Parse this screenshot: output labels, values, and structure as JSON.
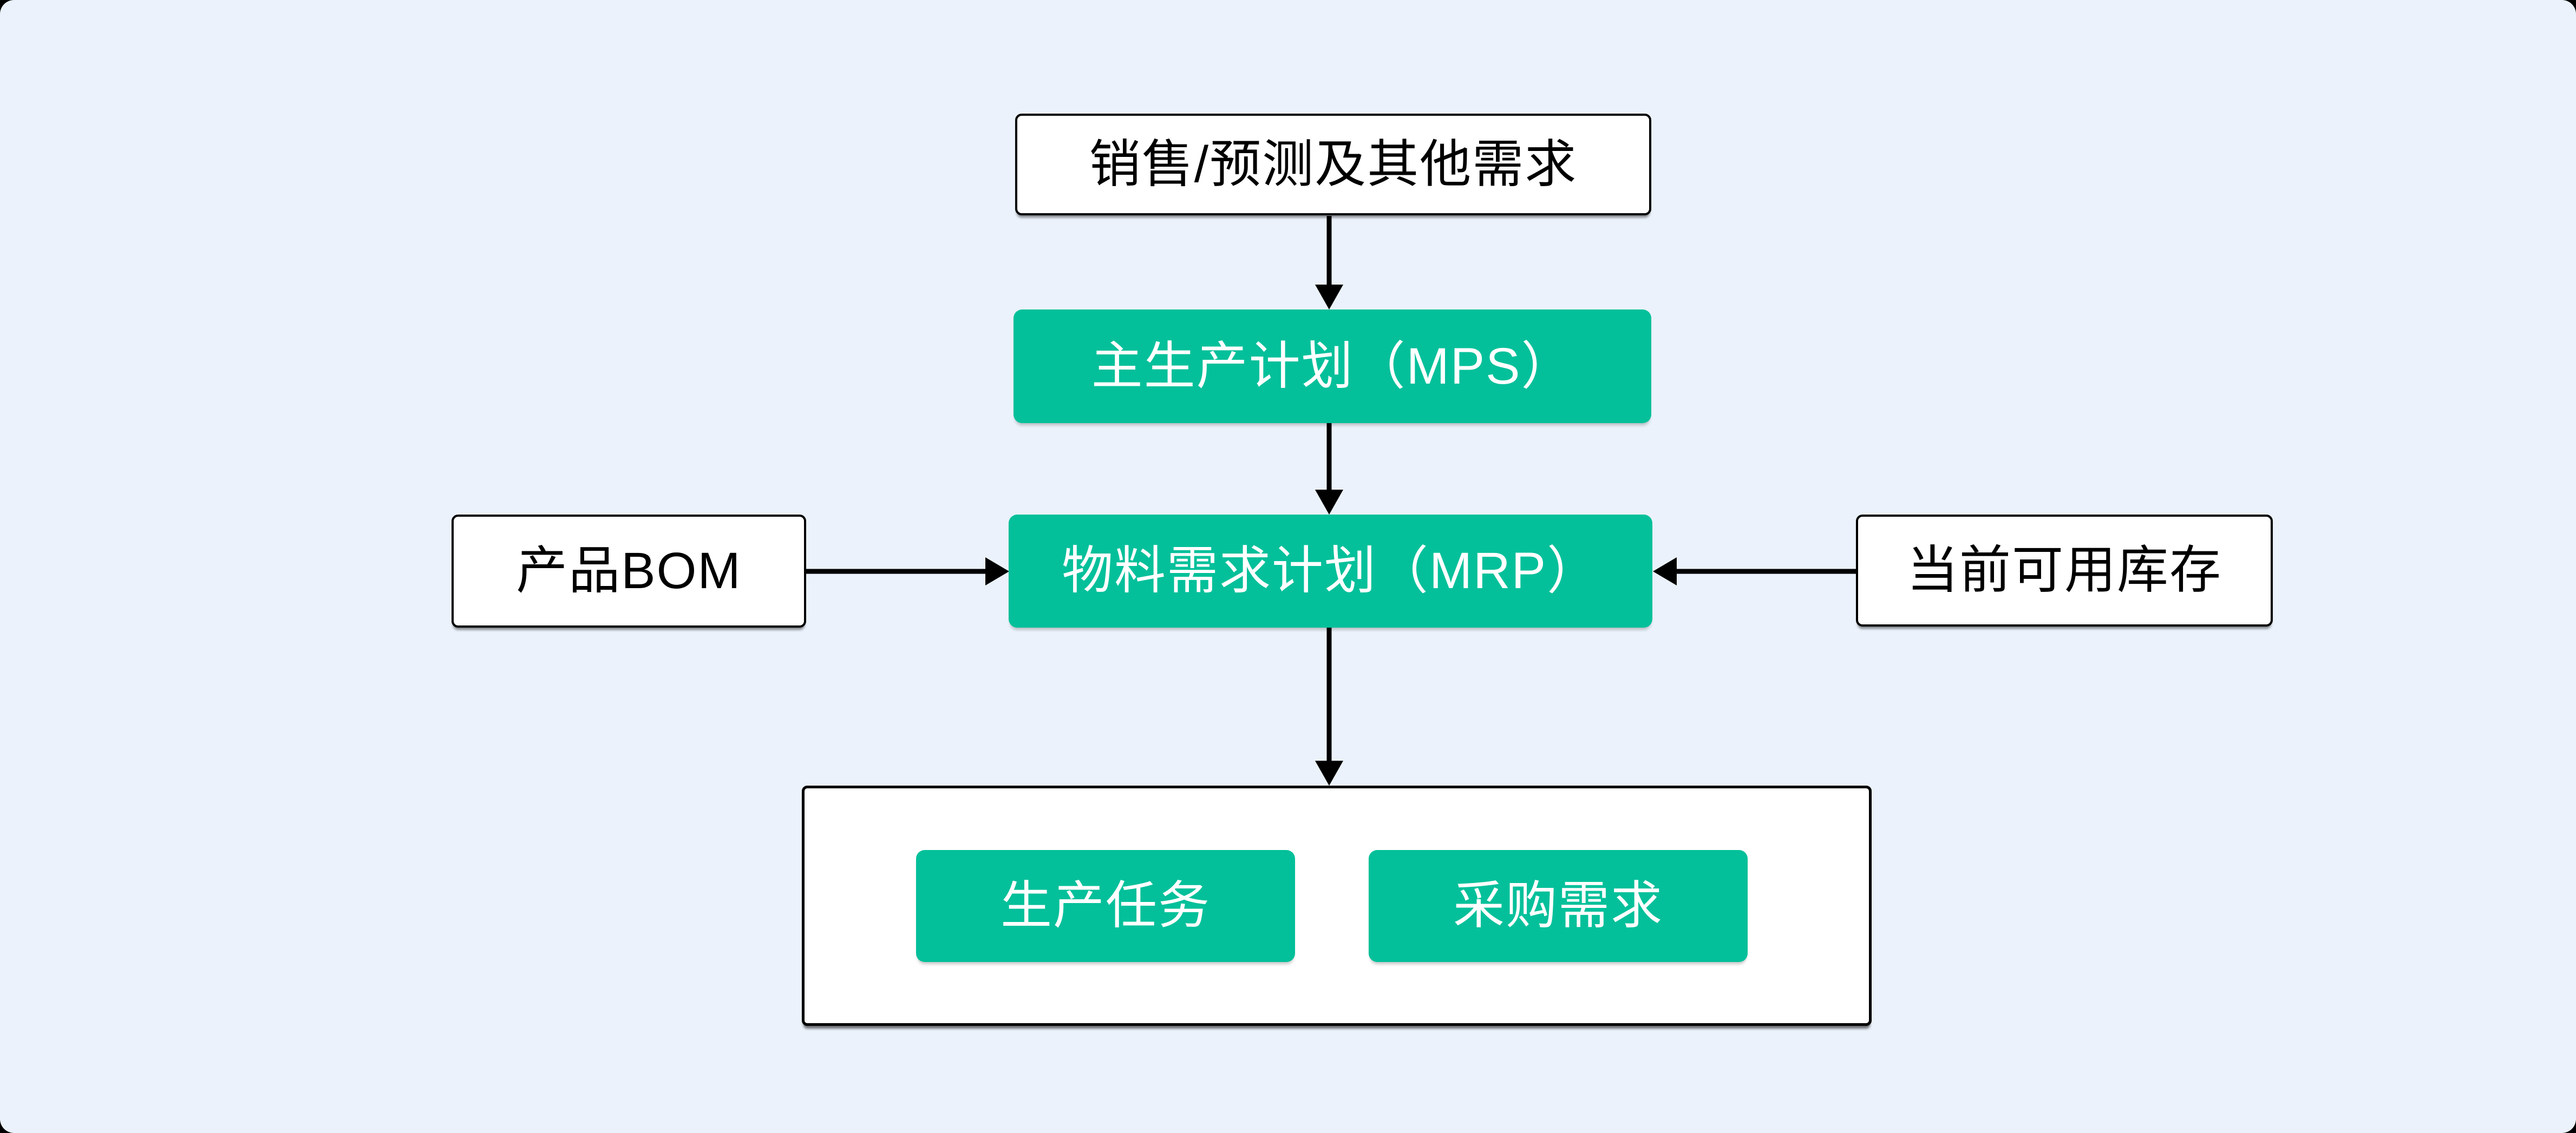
{
  "page": {
    "outer_background": "#000000",
    "panel_background": "#EBF2FB"
  },
  "colors": {
    "node_green": "#03C09A",
    "node_white": "#FFFFFF",
    "line_black": "#000000",
    "text_on_green": "#FFFFFF",
    "text_on_white": "#000000"
  },
  "diagram": {
    "nodes": {
      "demand": {
        "label": "销售/预测及其他需求",
        "style": "white"
      },
      "mps": {
        "label": "主生产计划（MPS）",
        "style": "green"
      },
      "mrp": {
        "label": "物料需求计划（MRP）",
        "style": "green"
      },
      "bom": {
        "label": "产品BOM",
        "style": "white"
      },
      "inventory": {
        "label": "当前可用库存",
        "style": "white"
      },
      "production": {
        "label": "生产任务",
        "style": "green"
      },
      "purchase": {
        "label": "采购需求",
        "style": "green"
      }
    },
    "edges": [
      {
        "from": "demand",
        "to": "mps"
      },
      {
        "from": "mps",
        "to": "mrp"
      },
      {
        "from": "bom",
        "to": "mrp"
      },
      {
        "from": "inventory",
        "to": "mrp"
      },
      {
        "from": "mrp",
        "to": "outputs-container"
      }
    ]
  }
}
